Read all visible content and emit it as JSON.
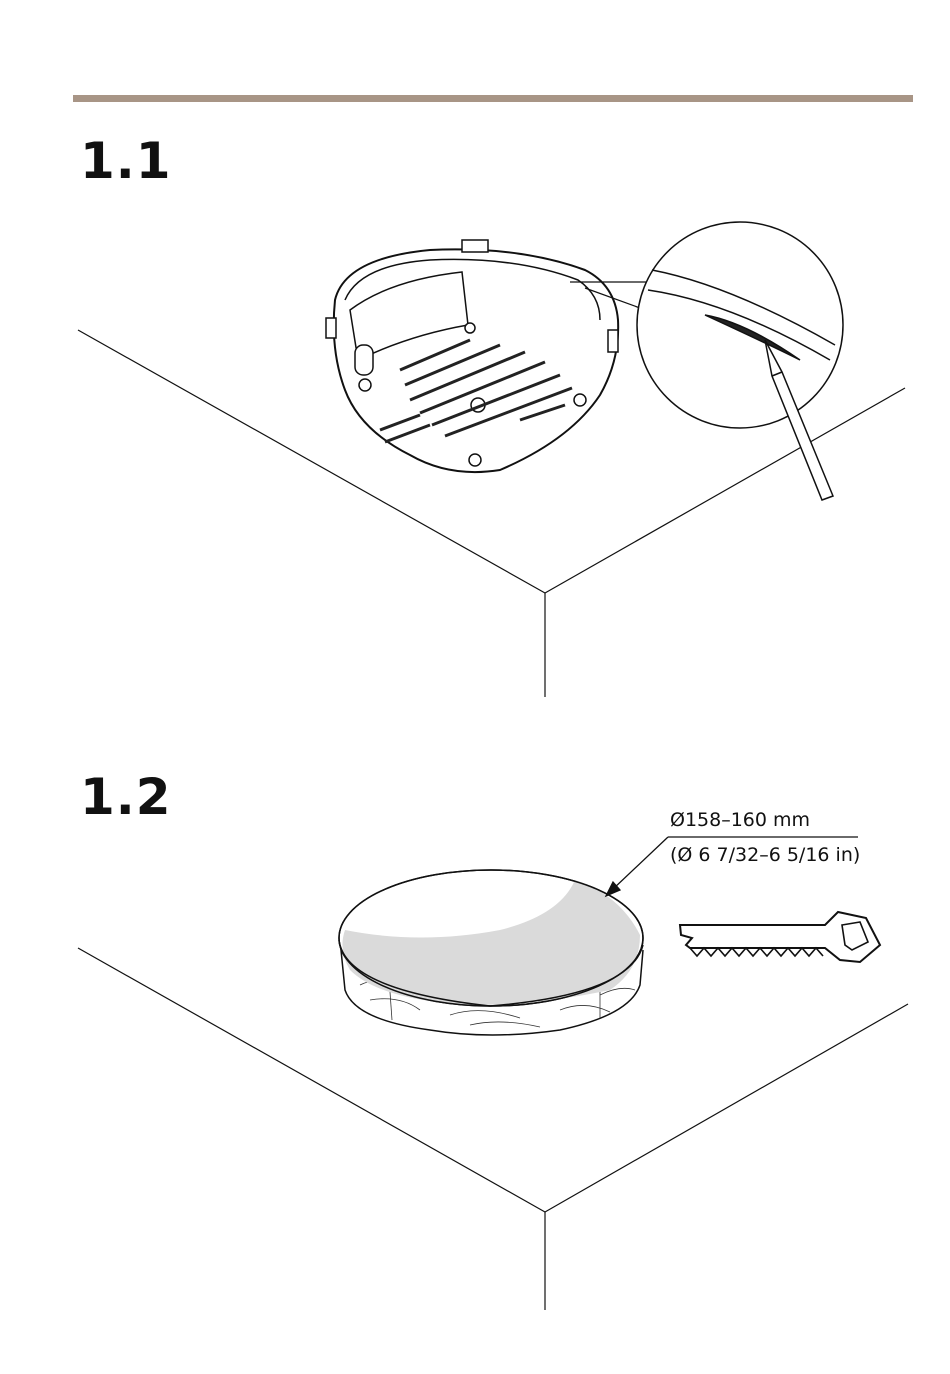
{
  "steps": [
    {
      "number": "1.1"
    },
    {
      "number": "1.2"
    }
  ],
  "dimension": {
    "metric": "Ø158–160 mm",
    "imperial": "(Ø 6 7/32–6 5/16 in)"
  },
  "colors": {
    "rule": "#a89586",
    "line": "#111111",
    "shade": "#dadada"
  },
  "icons": [
    "camera-mount-base",
    "magnifier-detail",
    "pencil-icon",
    "cutout-disc",
    "saw-icon"
  ]
}
